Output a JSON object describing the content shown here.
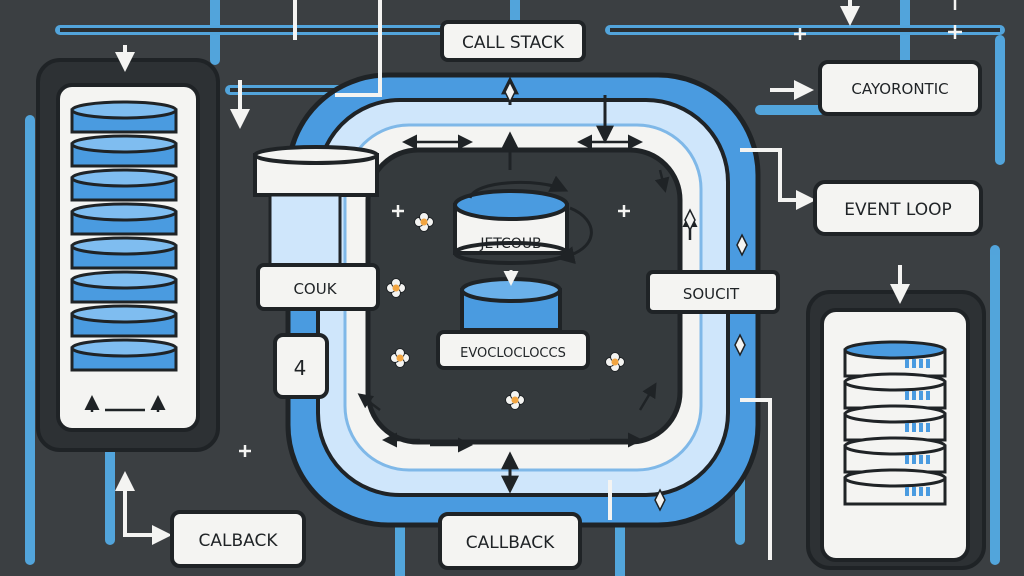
{
  "labels": {
    "call_stack": "CALL STACK",
    "cayorontic": "CAYORONTIC",
    "event_loop": "EVENT LOOP",
    "jetcoub": "JETCOUB",
    "couk": "COUK",
    "soucit": "SOUCIT",
    "four": "4",
    "evoclocs": "EVOCLOCLOCCS",
    "calback": "CALBACK",
    "callback": "CALLBACK"
  },
  "icons": [
    "stack-icon",
    "database-icon",
    "sparkle-icon",
    "flower-icon",
    "arrow-icon"
  ],
  "colors": {
    "background": "#3b3f42",
    "loop_blue": "#4a9be0",
    "loop_light": "#cfe6fb",
    "panel_dark": "#2d3134",
    "label_bg": "#f4f4f2",
    "outline": "#1f2326",
    "flower": "#f2a541"
  }
}
